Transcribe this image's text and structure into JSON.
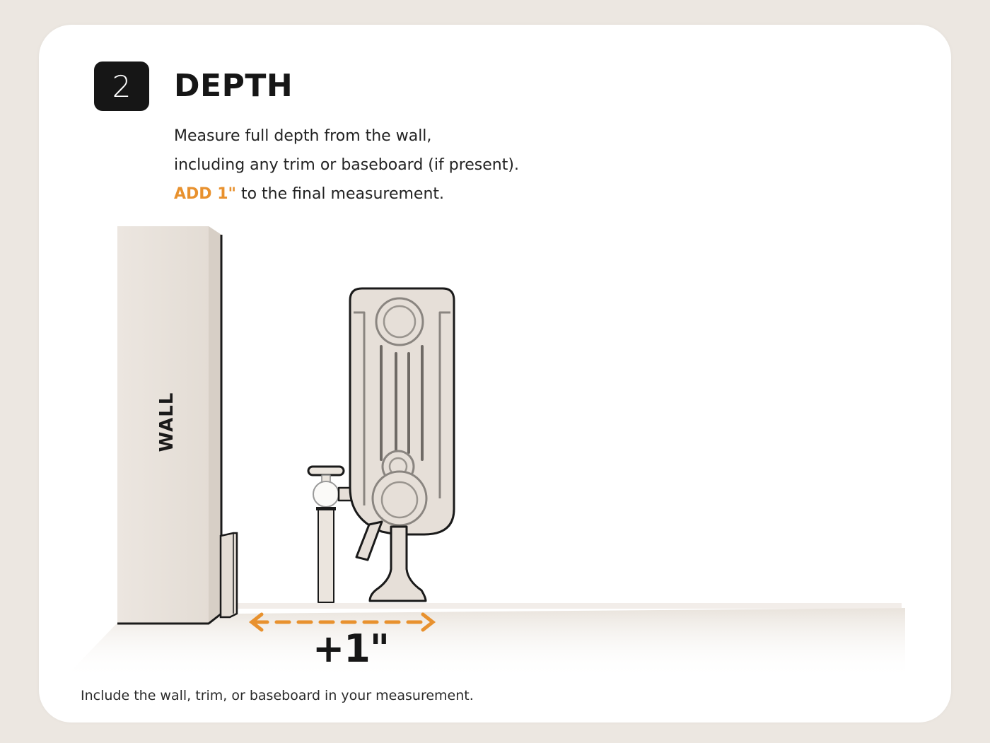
{
  "step": {
    "number": "2",
    "title": "DEPTH"
  },
  "instructions": {
    "line1": "Measure full depth from the wall,",
    "line2": "including any trim or baseboard (if present).",
    "line3_accent": "ADD 1\"",
    "line3_rest": " to the final measurement."
  },
  "diagram": {
    "wall_label": "WALL",
    "dimension_label": "+1\"",
    "arrow_color": "#e8912e",
    "objects": [
      "wall",
      "baseboard-trim",
      "floor",
      "radiator",
      "pipe-valve",
      "depth-arrow"
    ]
  },
  "footnote": "Include the wall, trim, or baseboard in your measurement.",
  "colors": {
    "accent": "#e8912e",
    "badge": "#161616",
    "background": "#ece7e1",
    "card": "#ffffff",
    "fixture_fill": "#e6dfd8"
  }
}
